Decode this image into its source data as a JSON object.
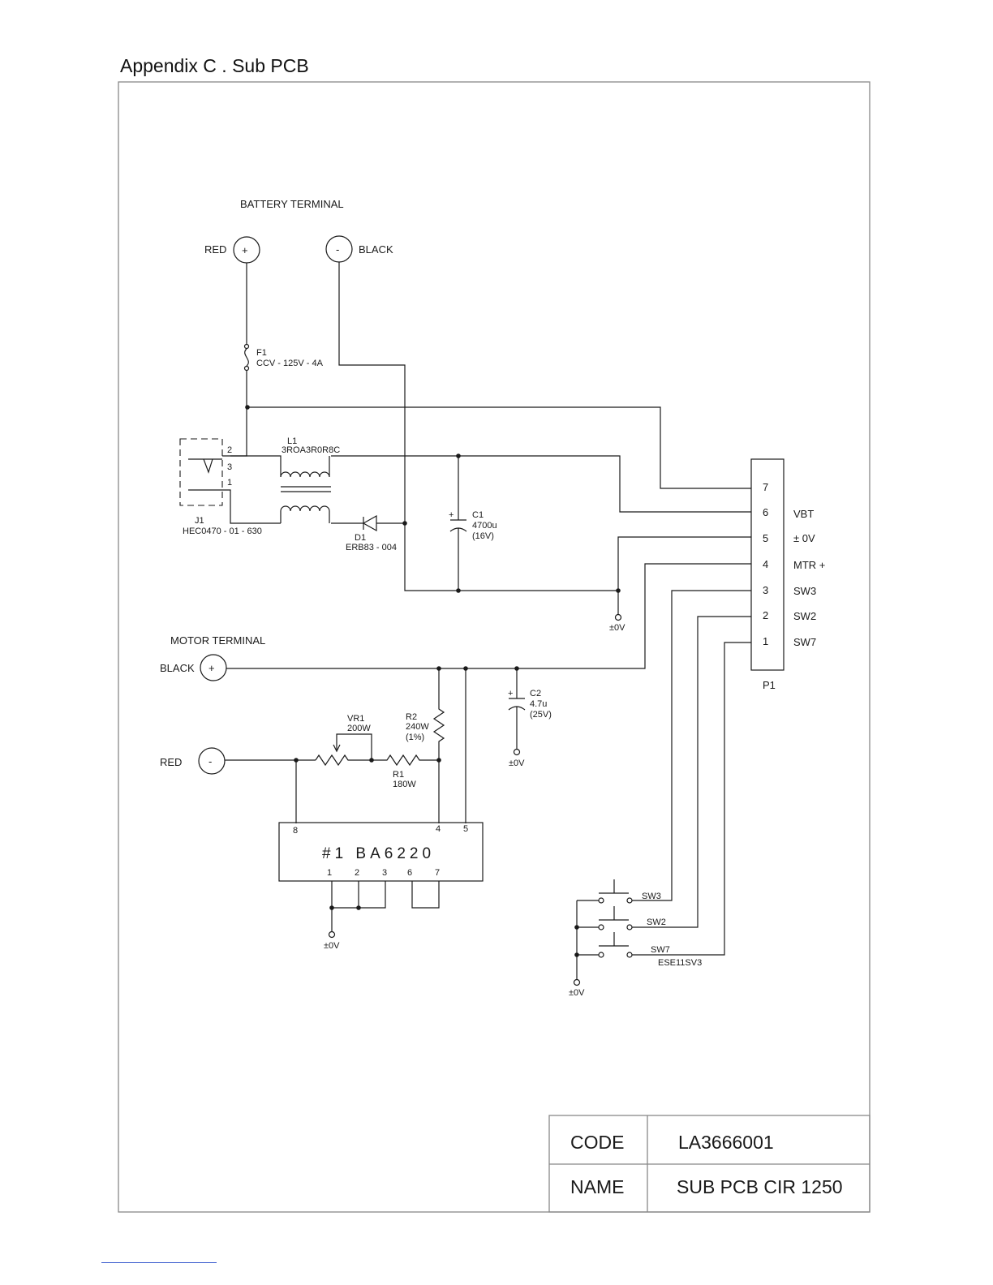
{
  "page": {
    "title": "Appendix  C . Sub PCB"
  },
  "battery_terminal": {
    "heading": "BATTERY TERMINAL",
    "red": "RED",
    "black": "BLACK",
    "plus": "+",
    "minus": "-"
  },
  "fuse": {
    "ref": "F1",
    "value": "CCV - 125V - 4A"
  },
  "jack": {
    "ref": "J1",
    "part": "HEC0470 - 01 - 630",
    "pins": [
      "2",
      "3",
      "1"
    ]
  },
  "inductor": {
    "ref": "L1",
    "part": "3ROA3R0R8C"
  },
  "diode": {
    "ref": "D1",
    "part": "ERB83 - 004"
  },
  "c1": {
    "ref": "C1",
    "value": "4700u",
    "rating": "(16V)",
    "plus": "+"
  },
  "c2": {
    "ref": "C2",
    "value": "4.7u",
    "rating": "(25V)",
    "plus": "+"
  },
  "ground": {
    "label": "±0V",
    "label_spaced": "± 0V"
  },
  "connector": {
    "ref": "P1",
    "pins": [
      "7",
      "6",
      "5",
      "4",
      "3",
      "2",
      "1"
    ],
    "signals": [
      "VBT",
      "± 0V",
      "MTR +",
      "SW3",
      "SW2",
      "SW7"
    ]
  },
  "motor_terminal": {
    "heading": "MOTOR TERMINAL",
    "black": "BLACK",
    "red": "RED",
    "plus": "+",
    "minus": "-"
  },
  "vr1": {
    "ref": "VR1",
    "value": "200W"
  },
  "r1": {
    "ref": "R1",
    "value": "180W"
  },
  "r2": {
    "ref": "R2",
    "value": "240W",
    "tolerance": "(1%)"
  },
  "ic": {
    "label": "#1   BA6220",
    "top_pins": [
      "8",
      "4",
      "5"
    ],
    "bottom_pins": [
      "1",
      "2",
      "3",
      "6",
      "7"
    ]
  },
  "switches": {
    "names": [
      "SW3",
      "SW2",
      "SW7"
    ],
    "part": "ESE11SV3"
  },
  "title_block": {
    "code_label": "CODE",
    "code_value": "LA3666001",
    "name_label": "NAME",
    "name_value": "SUB PCB CIR 1250"
  }
}
